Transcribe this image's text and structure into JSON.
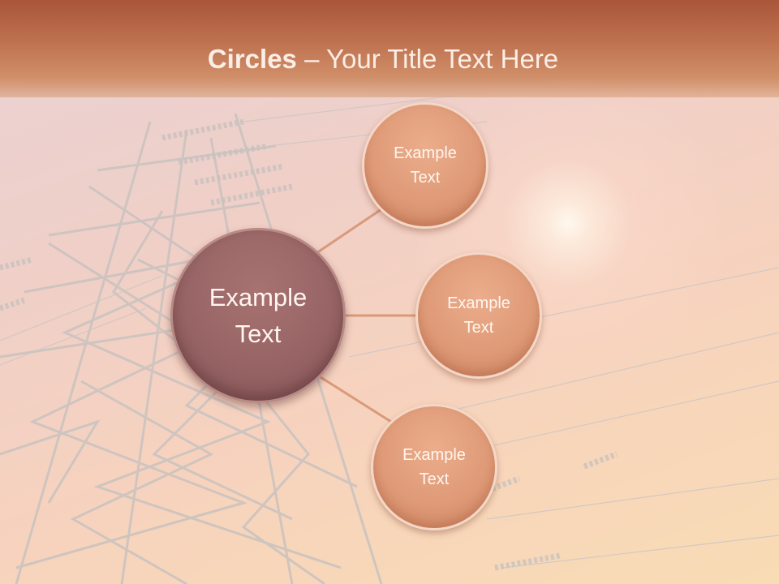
{
  "slide": {
    "title_bold": "Circles",
    "title_rest": " – Your Title Text Here"
  },
  "diagram": {
    "center": {
      "label_line1": "Example",
      "label_line2": "Text"
    },
    "nodes": [
      {
        "label_line1": "Example",
        "label_line2": "Text"
      },
      {
        "label_line1": "Example",
        "label_line2": "Text"
      },
      {
        "label_line1": "Example",
        "label_line2": "Text"
      }
    ]
  },
  "colors": {
    "header": "#c07350",
    "center_circle": "#976465",
    "node_circle": "#df9a77",
    "connector": "#d99a7a",
    "background": "#f4d2c4"
  }
}
